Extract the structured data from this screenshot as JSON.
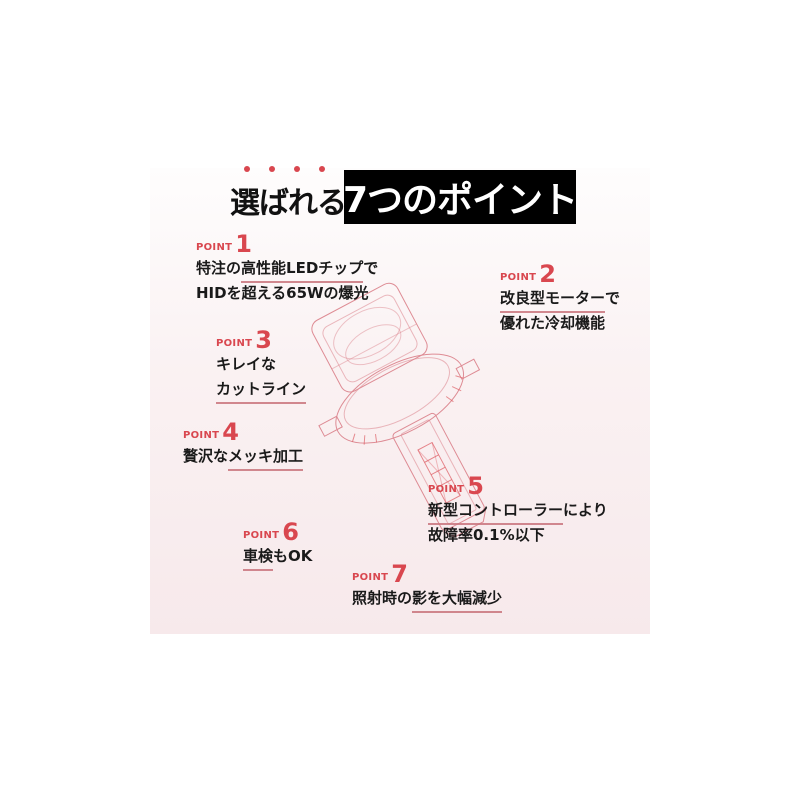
{
  "headline": {
    "lead": "選ばれる",
    "emphasis": "7つのポイント",
    "emphasis_dots": 4
  },
  "colors": {
    "accent": "#d9474f",
    "underline": "#c9747c",
    "text": "#1a1a1a",
    "headline_box": "#000000",
    "panel_top": "#fefdfd",
    "panel_bottom": "#f7e9eb"
  },
  "illustration": {
    "icon": "led-bulb-wireframe-icon"
  },
  "points": [
    {
      "label": "POINT",
      "number": "1",
      "line1_pre": "特注の",
      "line1_ul": "高性能LEDチップ",
      "line1_post": "で",
      "line2": "HIDを超える65Wの爆光"
    },
    {
      "label": "POINT",
      "number": "2",
      "line1_ul": "改良型モーター",
      "line1_post": "で",
      "line2": "優れた冷却機能"
    },
    {
      "label": "POINT",
      "number": "3",
      "line1": "キレイな",
      "line2_ul": "カットライン"
    },
    {
      "label": "POINT",
      "number": "4",
      "line1_pre": "贅沢な",
      "line1_ul": "メッキ加工"
    },
    {
      "label": "POINT",
      "number": "5",
      "line1_ul": "新型コントローラー",
      "line1_post": "により",
      "line2": "故障率0.1%以下"
    },
    {
      "label": "POINT",
      "number": "6",
      "line1_ul": "車検",
      "line1_post": "もOK"
    },
    {
      "label": "POINT",
      "number": "7",
      "line1_pre": "照射時の",
      "line1_ul": "影を大幅減少"
    }
  ]
}
